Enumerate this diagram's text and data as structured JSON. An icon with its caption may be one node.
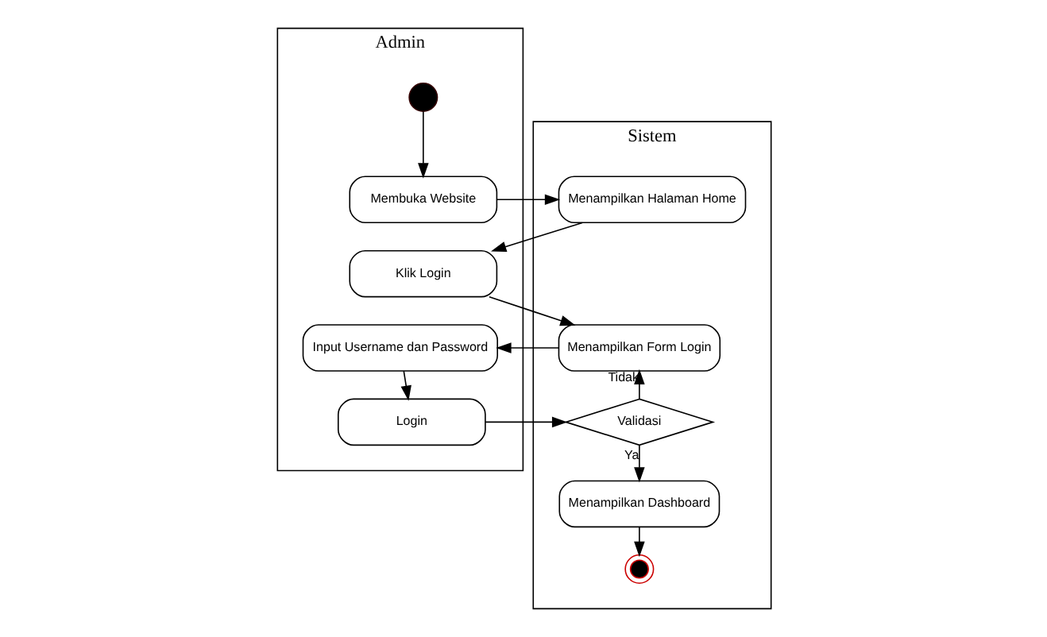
{
  "diagram": {
    "nodes": [
      {
        "text": [
          "Admin"
        ]
      },
      {
        "text": [
          "Sistem"
        ]
      },
      {
        "text": [],
        "shape": "circle",
        "in": 0
      },
      {
        "text": [
          "Membuka Website"
        ],
        "in": 0
      },
      {
        "text": [
          "Klik Login"
        ],
        "in": 0
      },
      {
        "text": [
          "Input Username dan Password"
        ],
        "in": 0
      },
      {
        "text": [
          "Login"
        ],
        "in": 0
      },
      {
        "text": [
          "Menampilkan Halaman Home"
        ],
        "in": 1
      },
      {
        "text": [
          "Menampilkan Form Login"
        ],
        "in": 1
      },
      {
        "text": [
          "Validasi"
        ],
        "in": 1
      },
      {
        "text": [
          "Menampilkan Dashboard"
        ],
        "in": 1
      },
      {
        "text": [],
        "shape": "circle",
        "in": 1
      }
    ],
    "edges": [
      {
        "from": 2,
        "to": 3,
        "arrow": "to"
      },
      {
        "from": 3,
        "to": 7,
        "arrow": "to"
      },
      {
        "from": 7,
        "to": 4,
        "arrow": "to"
      },
      {
        "from": 4,
        "to": 8,
        "arrow": "to"
      },
      {
        "from": 8,
        "to": 5,
        "arrow": "to"
      },
      {
        "from": 5,
        "to": 6,
        "arrow": "to"
      },
      {
        "from": 6,
        "to": 9,
        "arrow": "to"
      },
      {
        "from": 9,
        "to": 8,
        "arrow": "to",
        "label": "Tidak"
      },
      {
        "from": 9,
        "to": 10,
        "arrow": "to",
        "label": "Ya"
      },
      {
        "from": 10,
        "to": 11,
        "arrow": "to"
      }
    ]
  }
}
